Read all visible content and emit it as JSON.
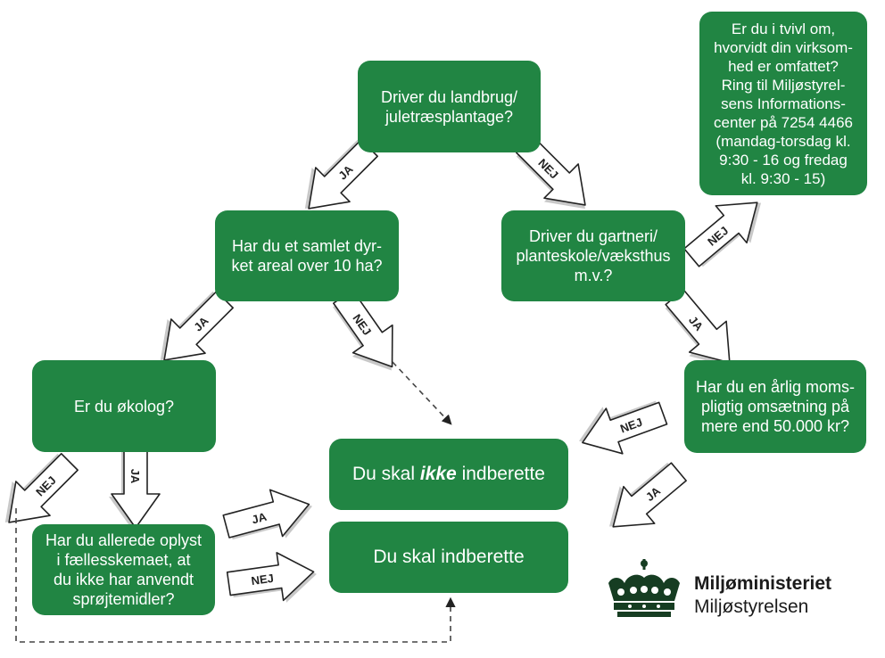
{
  "colors": {
    "box_green": "#218543",
    "box_text": "#ffffff",
    "arrow_fill": "#ffffff",
    "arrow_stroke": "#222222",
    "dashed_line": "#444444"
  },
  "nodes": {
    "q_landbrug": "Driver du landbrug/\njuletræsplantage?",
    "q_areal": "Har du et samlet dyr-\nket areal over 10 ha?",
    "q_gartneri": "Driver du gartneri/\nplanteskole/væksthus\nm.v.?",
    "q_tvivl": "Er du i tvivl om,\nhvorvidt din virksom-\nhed er omfattet?\nRing til Miljøstyrel-\nsens Informations-\ncenter på 7254 4466\n(mandag-torsdag kl.\n9:30 - 16 og fredag\nkl. 9:30 - 15)",
    "q_okolog": "Er du økolog?",
    "q_moms": "Har du en årlig moms-\npligtig omsætning på\nmere end 50.000 kr?",
    "q_oplyst": "Har du allerede oplyst\ni fællesskemaet, at\ndu ikke har anvendt\nsprøjtemidler?",
    "result_ikke": {
      "before": "Du skal ",
      "emphasis": "ikke",
      "after": " indberette"
    },
    "result_ja": "Du skal indberette"
  },
  "labels": {
    "yes": "JA",
    "no": "NEJ"
  },
  "logo": {
    "icon": "crown-icon",
    "title": "Miljøministeriet",
    "subtitle": "Miljøstyrelsen"
  }
}
